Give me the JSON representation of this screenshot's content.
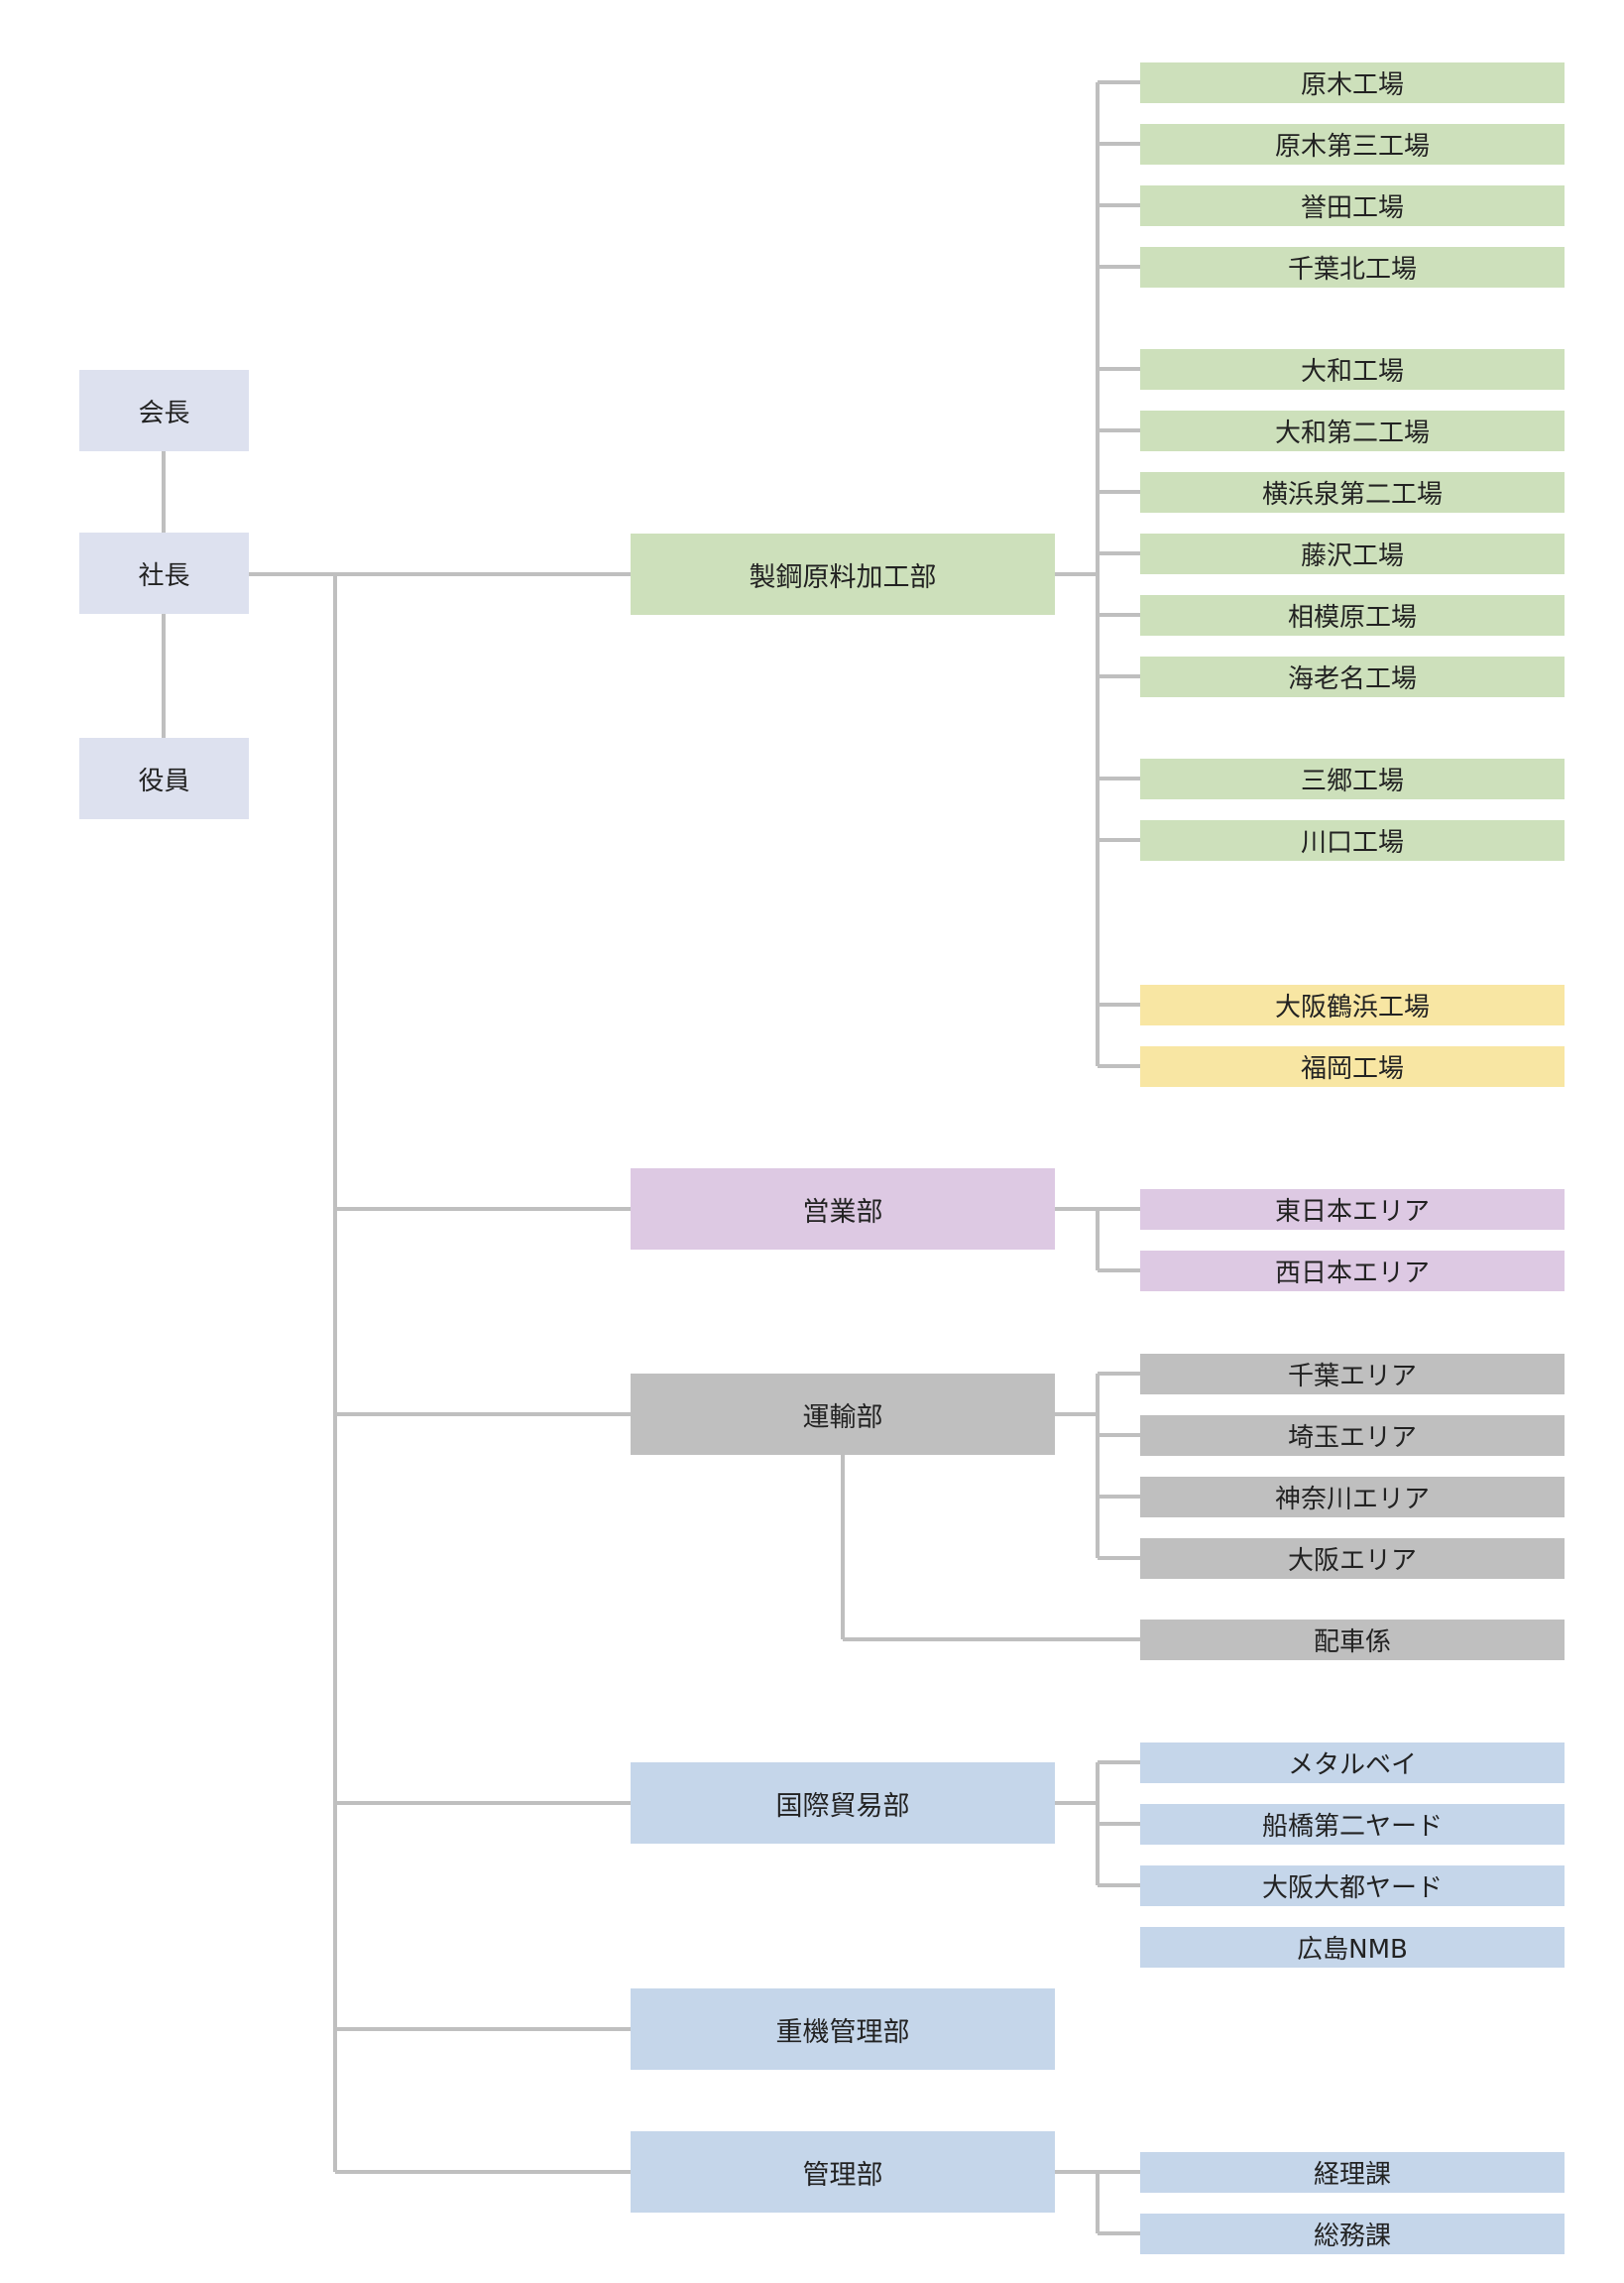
{
  "colors": {
    "line": "#bfbfbf",
    "executive": "#dde1ef",
    "green": "#cde0bb",
    "yellow": "#f8e6a3",
    "purple": "#ddc9e3",
    "gray": "#bfbfbf",
    "blue": "#c5d6ea"
  },
  "executives": {
    "chairman": "会長",
    "president": "社長",
    "officers": "役員"
  },
  "departments": [
    {
      "name": "製鋼原料加工部",
      "color": "green",
      "units": [
        {
          "name": "原木工場",
          "color": "green"
        },
        {
          "name": "原木第三工場",
          "color": "green"
        },
        {
          "name": "誉田工場",
          "color": "green"
        },
        {
          "name": "千葉北工場",
          "color": "green"
        },
        {
          "name": "大和工場",
          "color": "green"
        },
        {
          "name": "大和第二工場",
          "color": "green"
        },
        {
          "name": "横浜泉第二工場",
          "color": "green"
        },
        {
          "name": "藤沢工場",
          "color": "green"
        },
        {
          "name": "相模原工場",
          "color": "green"
        },
        {
          "name": "海老名工場",
          "color": "green"
        },
        {
          "name": "三郷工場",
          "color": "green"
        },
        {
          "name": "川口工場",
          "color": "green"
        },
        {
          "name": "大阪鶴浜工場",
          "color": "yellow"
        },
        {
          "name": "福岡工場",
          "color": "yellow"
        }
      ]
    },
    {
      "name": "営業部",
      "color": "purple",
      "units": [
        {
          "name": "東日本エリア",
          "color": "purple"
        },
        {
          "name": "西日本エリア",
          "color": "purple"
        }
      ]
    },
    {
      "name": "運輸部",
      "color": "gray",
      "units": [
        {
          "name": "千葉エリア",
          "color": "gray"
        },
        {
          "name": "埼玉エリア",
          "color": "gray"
        },
        {
          "name": "神奈川エリア",
          "color": "gray"
        },
        {
          "name": "大阪エリア",
          "color": "gray"
        },
        {
          "name": "配車係",
          "color": "gray"
        }
      ]
    },
    {
      "name": "国際貿易部",
      "color": "blue",
      "units": [
        {
          "name": "メタルベイ",
          "color": "blue"
        },
        {
          "name": "船橋第二ヤード",
          "color": "blue"
        },
        {
          "name": "大阪大都ヤード",
          "color": "blue"
        },
        {
          "name": "広島NMB",
          "color": "blue"
        }
      ]
    },
    {
      "name": "重機管理部",
      "color": "blue",
      "units": []
    },
    {
      "name": "管理部",
      "color": "blue",
      "units": [
        {
          "name": "経理課",
          "color": "blue"
        },
        {
          "name": "総務課",
          "color": "blue"
        }
      ]
    }
  ]
}
